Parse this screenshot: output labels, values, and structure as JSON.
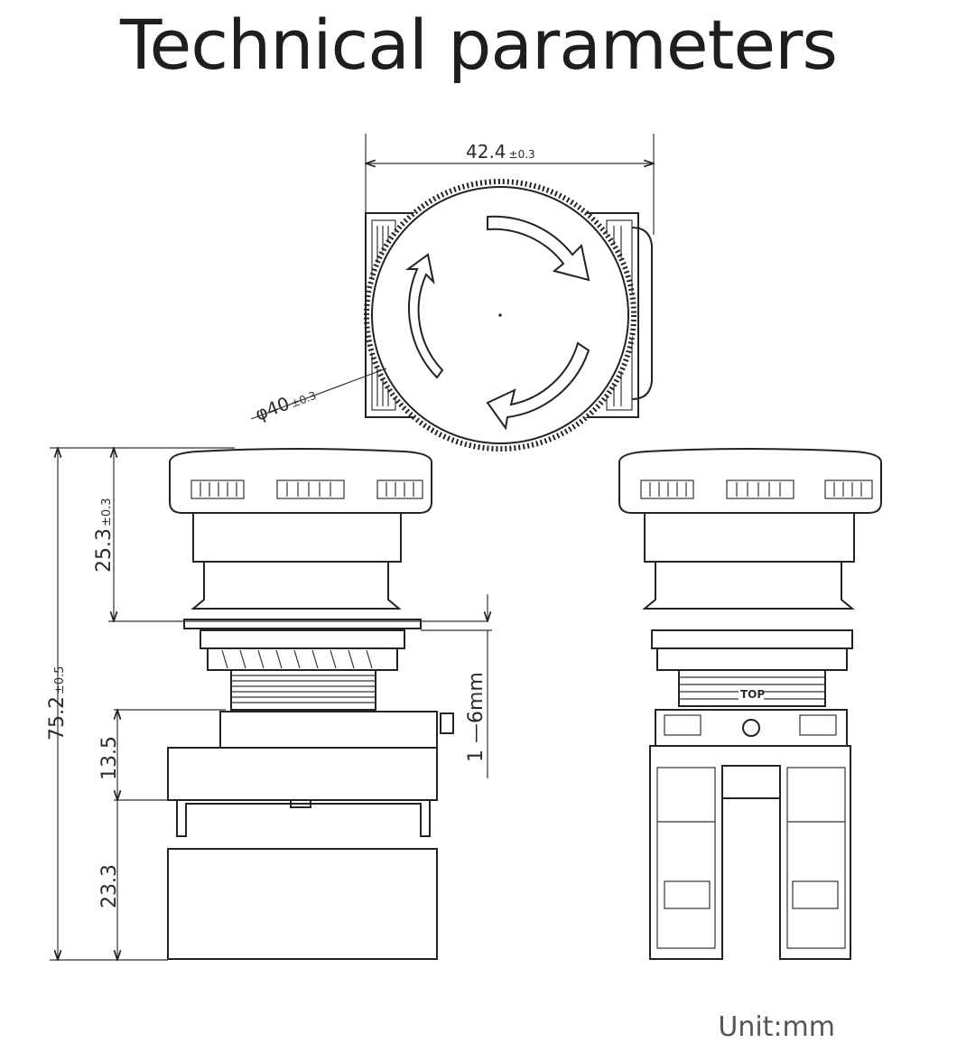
{
  "title": "Technical parameters",
  "unit_label": "Unit:mm",
  "dimensions": {
    "top_width": {
      "value": "42.4",
      "tol": "±0.3"
    },
    "diameter": {
      "value": "φ40",
      "tol": "±0.3"
    },
    "head_height": {
      "value": "25.3",
      "tol": "±0.3"
    },
    "total_height": {
      "value": "75.2",
      "tol": "±0.5"
    },
    "panel_range": "1 —6mm",
    "block_height": "13.5",
    "contact_height": "23.3",
    "top_mark": "TOP"
  }
}
